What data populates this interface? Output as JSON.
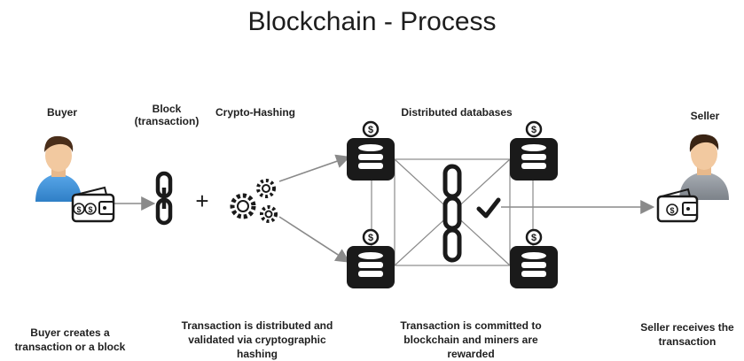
{
  "title": "Blockchain - Process",
  "labels": {
    "buyer": "Buyer",
    "block": "Block\n(transaction)",
    "crypto_hashing": "Crypto-Hashing",
    "distributed_databases": "Distributed databases",
    "seller": "Seller"
  },
  "captions": {
    "buyer_step": "Buyer creates a transaction or a block",
    "validation_step": "Transaction is distributed and validated via cryptographic hashing",
    "commit_step": "Transaction is committed to blockchain and miners are rewarded",
    "seller_step": "Seller receives the transaction"
  },
  "glyphs": {
    "plus": "+",
    "dollar": "$"
  },
  "icons": {
    "buyer": "person-icon",
    "seller": "person-icon",
    "wallet": "wallet-icon",
    "chain": "chain-link-icon",
    "gears": "gears-icon",
    "database": "database-icon",
    "check": "checkmark-icon"
  },
  "colors": {
    "ink": "#1a1a1a",
    "arrow": "#8a8a8a",
    "buyer_shirt": "#3b8fd6",
    "seller_shirt": "#8a8f96",
    "skin": "#f2c9a0",
    "hair_buyer": "#4a2e1a",
    "hair_seller": "#3a2414"
  }
}
